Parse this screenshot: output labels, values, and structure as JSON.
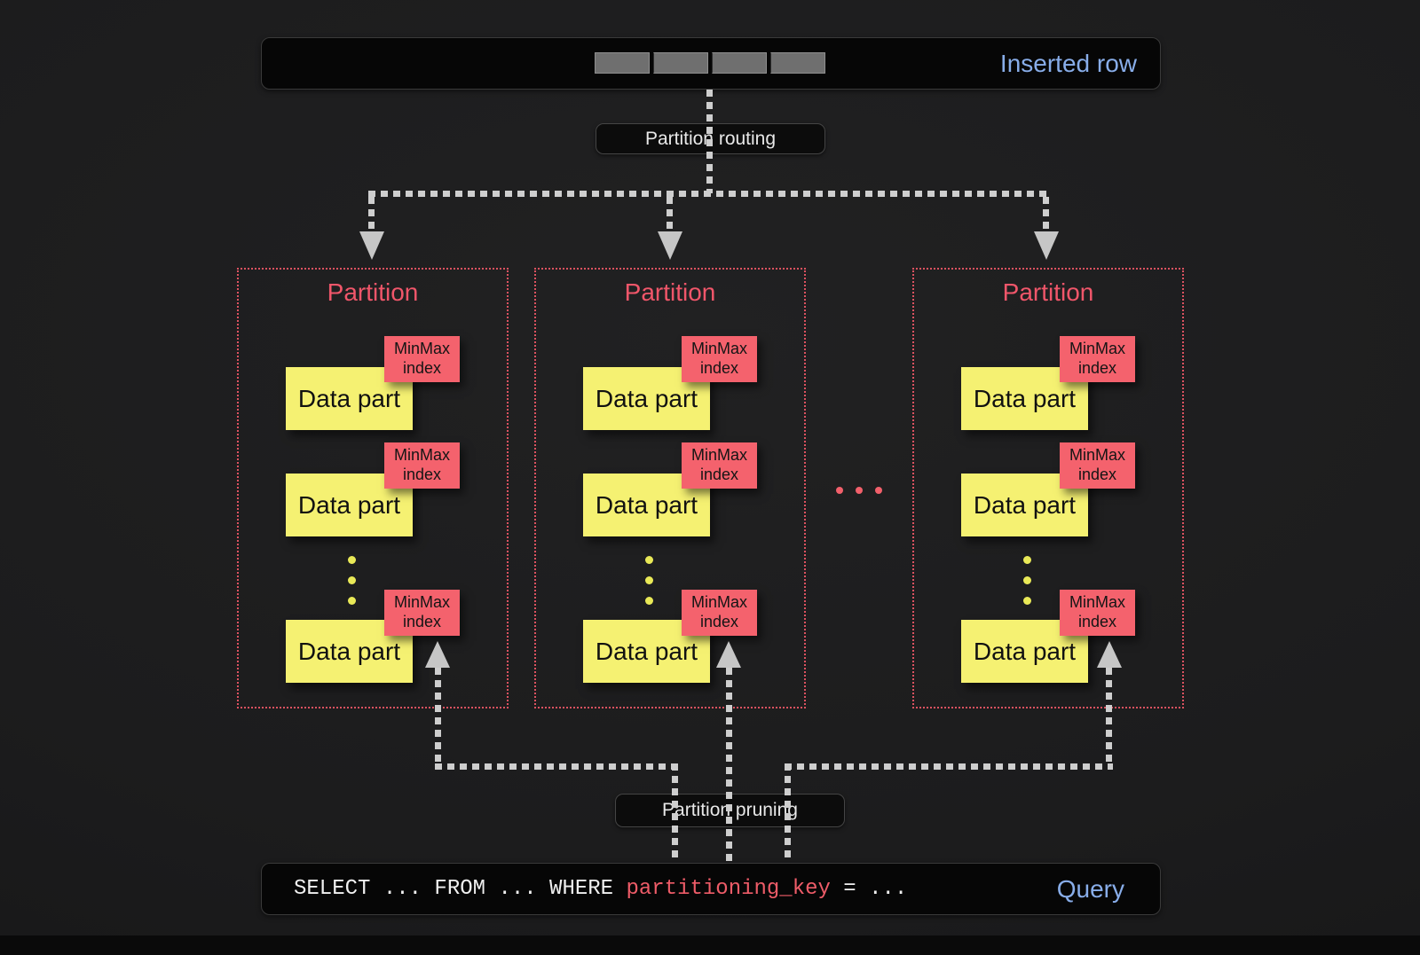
{
  "inserted_row_bar": {
    "label": "Inserted row",
    "segment_count": 4
  },
  "routing_pill": {
    "label": "Partition routing"
  },
  "pruning_pill": {
    "label": "Partition pruning"
  },
  "partitions": [
    {
      "title": "Partition",
      "parts": [
        {
          "label": "Data part",
          "minmax_line1": "MinMax",
          "minmax_line2": "index"
        },
        {
          "label": "Data part",
          "minmax_line1": "MinMax",
          "minmax_line2": "index"
        },
        {
          "label": "Data part",
          "minmax_line1": "MinMax",
          "minmax_line2": "index"
        }
      ]
    },
    {
      "title": "Partition",
      "parts": [
        {
          "label": "Data part",
          "minmax_line1": "MinMax",
          "minmax_line2": "index"
        },
        {
          "label": "Data part",
          "minmax_line1": "MinMax",
          "minmax_line2": "index"
        },
        {
          "label": "Data part",
          "minmax_line1": "MinMax",
          "minmax_line2": "index"
        }
      ]
    },
    {
      "title": "Partition",
      "parts": [
        {
          "label": "Data part",
          "minmax_line1": "MinMax",
          "minmax_line2": "index"
        },
        {
          "label": "Data part",
          "minmax_line1": "MinMax",
          "minmax_line2": "index"
        },
        {
          "label": "Data part",
          "minmax_line1": "MinMax",
          "minmax_line2": "index"
        }
      ]
    }
  ],
  "query_bar": {
    "sql_prefix": "SELECT ... FROM ... WHERE ",
    "sql_key": "partitioning_key",
    "sql_suffix": " = ...",
    "label": "Query"
  },
  "colors": {
    "accent_blue": "#88ade9",
    "partition_red": "#f0566a",
    "minmax_red": "#f4626d",
    "data_yellow": "#f5f172",
    "line_grey": "#cecece"
  }
}
